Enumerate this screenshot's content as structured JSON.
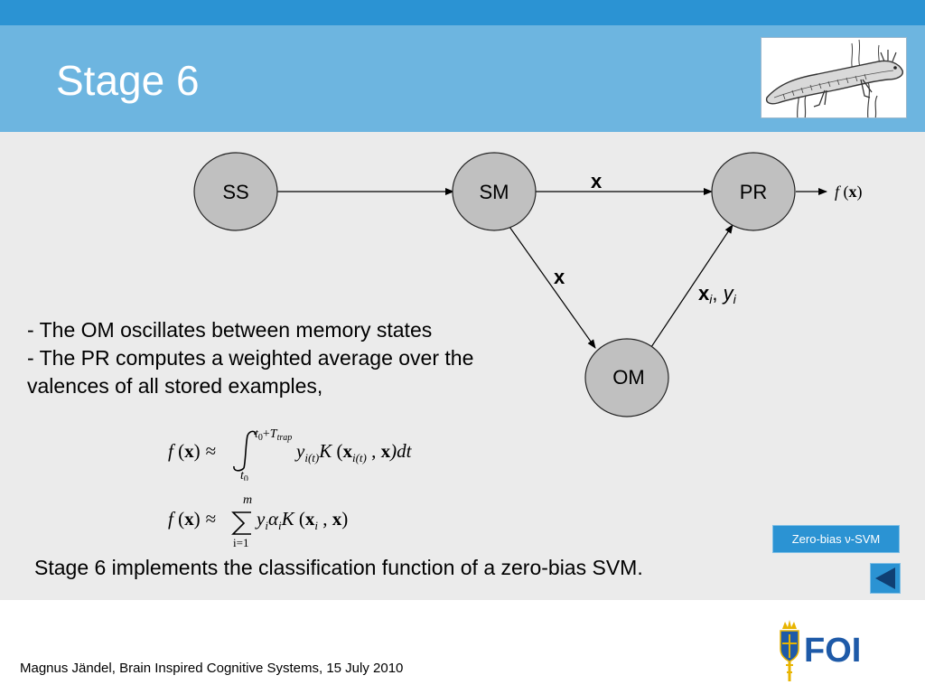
{
  "slide": {
    "title": "Stage 6"
  },
  "diagram": {
    "nodes": {
      "ss": "SS",
      "sm": "SM",
      "pr": "PR",
      "om": "OM"
    },
    "edge_labels": {
      "sm_to_pr": "x",
      "sm_to_om": "x",
      "om_to_pr_bold": "x",
      "om_to_pr_sub_i": "i",
      "om_to_pr_sep": ", ",
      "om_to_pr_y": "y",
      "om_to_pr_y_sub": "i"
    },
    "output": {
      "f": "f",
      "open": " (",
      "x": "x",
      "close": ")"
    }
  },
  "bullets": [
    "- The OM oscillates between memory states",
    "- The PR computes a weighted average over the",
    "valences of all stored examples,"
  ],
  "formula1": {
    "f": "f",
    "open": " (",
    "x": "x",
    "close": ")",
    "approx": "≈",
    "upper_t0": "t",
    "upper_t0_sub": "0",
    "upper_plus": "+",
    "upper_T": "T",
    "upper_T_sub": "trap",
    "lower_t0": "t",
    "lower_t0_sub": "0",
    "y": "y",
    "y_sub": "i(t)",
    "K": "K",
    "K_open": " (",
    "K_x": "x",
    "K_x_sub": "i(t)",
    "comma": " , ",
    "x2": "x",
    "end": ")dt"
  },
  "formula2": {
    "f": "f",
    "open": " (",
    "x": "x",
    "close": ")",
    "approx": "≈",
    "sum_upper": "m",
    "sum_lower": "i=1",
    "y": "y",
    "y_sub": "i",
    "alpha": "α",
    "alpha_sub": "i",
    "K": "K",
    "K_open": " (",
    "K_x": "x",
    "K_x_sub": "i",
    "comma": " , ",
    "x2": "x",
    "end": ")"
  },
  "summary": "Stage 6 implements the classification function of a zero-bias SVM.",
  "buttons": {
    "zero_bias_svm": "Zero-bias ν-SVM"
  },
  "footer": {
    "text": "Magnus Jändel, Brain Inspired Cognitive Systems, 15 July 2010"
  },
  "logo": {
    "text": "FOI"
  },
  "colors": {
    "header_strip": "#2b93d3",
    "title_band": "#6db5e0",
    "content_bg": "#ebebeb",
    "node_fill": "#c0c0c0",
    "button_fill": "#2b93d3",
    "logo_blue": "#1e5aa8",
    "logo_gold": "#e8b400"
  },
  "icons": {
    "back": "triangle-left-icon",
    "picture": "axolotl-drawing",
    "logo": "foi-crest-icon"
  }
}
